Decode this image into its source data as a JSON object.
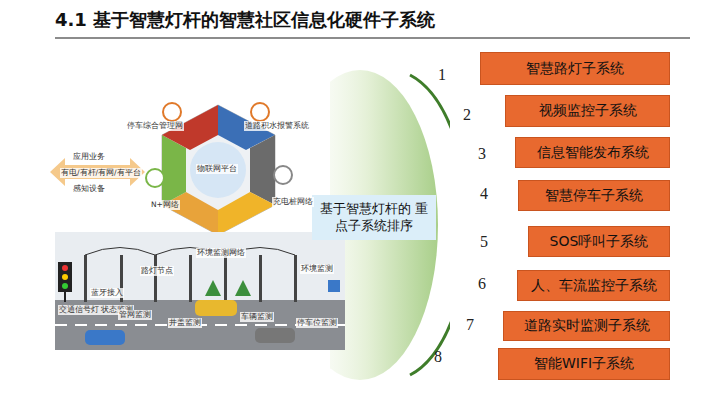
{
  "diagram": {
    "title": "4.1 基于智慧灯杆的智慧社区信息化硬件子系统",
    "nodes": [
      {
        "text": [
          "基于智慧灯杆的 重点子系统排序"
        ]
      },
      {
        "text": [
          "智慧路灯子系统"
        ]
      },
      {
        "text": [
          "视频监控子系统"
        ]
      },
      {
        "text": [
          "信息智能发布系统"
        ]
      },
      {
        "text": [
          "智慧停车子系统"
        ]
      },
      {
        "text": [
          "SOS呼叫子系统"
        ]
      },
      {
        "text": [
          "人、车流监控子系统"
        ]
      },
      {
        "text": [
          "道路实时监测子系统"
        ]
      },
      {
        "text": [
          "智能WIFI子系统"
        ]
      }
    ],
    "labels": [
      "1",
      "2",
      "3",
      "4",
      "5",
      "6",
      "7",
      "8",
      "停车综合管理网",
      "道路积水报警系统",
      "物联网平台",
      "充电桩网络",
      "环境监测网络",
      "N+网络",
      "应用业务",
      "有电/有杆/有网/有平台",
      "感知设备",
      "交通信号灯 状态监测",
      "蓝牙接入",
      "路灯节点",
      "管网监测",
      "井盖监测",
      "车辆监测",
      "环境监测",
      "停车位监测"
    ]
  }
}
